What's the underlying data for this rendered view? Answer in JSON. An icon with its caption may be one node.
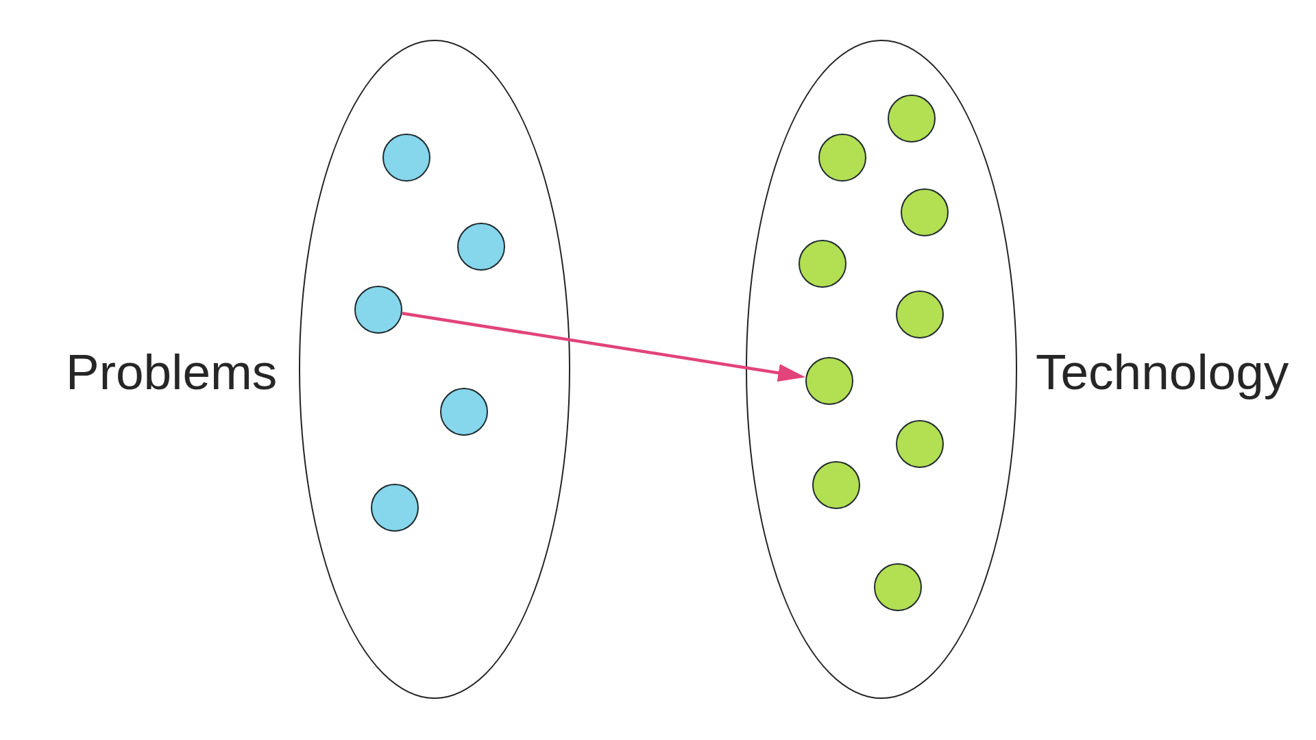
{
  "diagram": {
    "nodes": [
      {
        "text": [
          "Problems"
        ]
      },
      {
        "text": [],
        "shape": "circle",
        "in": 0
      },
      {
        "text": [],
        "shape": "circle",
        "in": 0
      },
      {
        "text": [],
        "shape": "circle",
        "in": 0
      },
      {
        "text": [],
        "shape": "circle",
        "in": 0
      },
      {
        "text": [],
        "shape": "circle",
        "in": 0
      },
      {
        "text": [
          "Technology"
        ]
      },
      {
        "text": [],
        "shape": "circle",
        "in": 6
      },
      {
        "text": [],
        "shape": "circle",
        "in": 6
      },
      {
        "text": [],
        "shape": "circle",
        "in": 6
      },
      {
        "text": [],
        "shape": "circle",
        "in": 6
      },
      {
        "text": [],
        "shape": "circle",
        "in": 6
      },
      {
        "text": [],
        "shape": "circle",
        "in": 6
      },
      {
        "text": [],
        "shape": "circle",
        "in": 6
      },
      {
        "text": [],
        "shape": "circle",
        "in": 6
      },
      {
        "text": [],
        "shape": "circle",
        "in": 6
      }
    ],
    "edges": [
      {
        "from": 3,
        "to": 12,
        "arrow": "to",
        "color": "#e2437a"
      }
    ]
  }
}
